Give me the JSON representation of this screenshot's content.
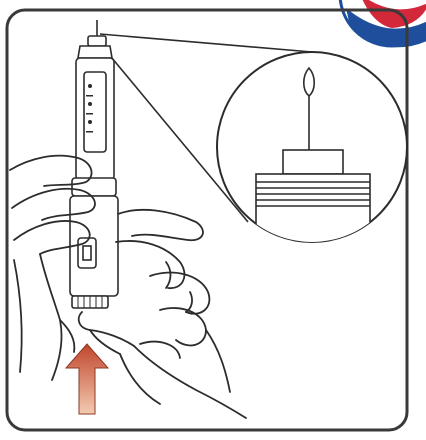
{
  "illustration": {
    "subject": "insulin-pen-priming-step",
    "panel": "rounded-frame",
    "magnifier": "needle-tip-closeup",
    "droplet": "insulin-droplet",
    "arrow": "push-up-arrow"
  },
  "colors": {
    "frame": "#3a3a3a",
    "line": "#2c2c2c",
    "skin_shadow": "#f7f7f7",
    "arrow_top": "#c0452b",
    "arrow_bottom": "#f3cbb2",
    "badge_blue": "#1f4f9c",
    "badge_red": "#d2283a"
  }
}
